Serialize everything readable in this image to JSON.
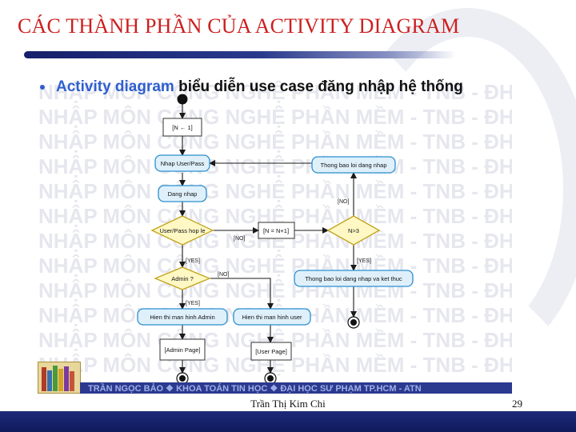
{
  "slide": {
    "title": "CÁC THÀNH PHẦN CỦA ACTIVITY DIAGRAM",
    "bullet_highlight": "Activity diagram",
    "bullet_rest": " biểu diễn use case đăng nhập hệ thống",
    "watermark": "NHẬP MÔN CÔNG NGHỆ PHẦN MỀM - TNB - ĐHSP TP.HCM",
    "footer_band": "TRẦN NGỌC BẢO ❖ KHOA TOÁN TIN HỌC ❖ ĐẠI HỌC SƯ PHẠM TP.HCM - ATN",
    "author": "Trần Thị Kim Chi",
    "page_number": "29",
    "accent_color": "#cc1f1f",
    "brand_color": "#1d2a78"
  },
  "diagram": {
    "nodes": {
      "init_guard": "[N ← 1]",
      "input": "Nhap User/Pass",
      "login": "Dang nhap",
      "check_user": "User/Pass hop le",
      "increment": "[N = N+1]",
      "check_n": "N>3",
      "error_retry": "Thong bao loi dang nhap",
      "error_end": "Thong bao loi dang nhap va ket thuc",
      "admin_check": "Admin ?",
      "admin_screen": "Hien thi man hinh Admin",
      "user_screen": "Hien thi man hinh user",
      "admin_page": "[Admin Page]",
      "user_page": "[User Page]"
    },
    "guards": {
      "no_user": "[NO]",
      "no_n": "[NO]",
      "yes_user": "[YES]",
      "yes_n": "[YES]",
      "no_admin": "[NO]",
      "yes_admin": "[YES]"
    }
  }
}
